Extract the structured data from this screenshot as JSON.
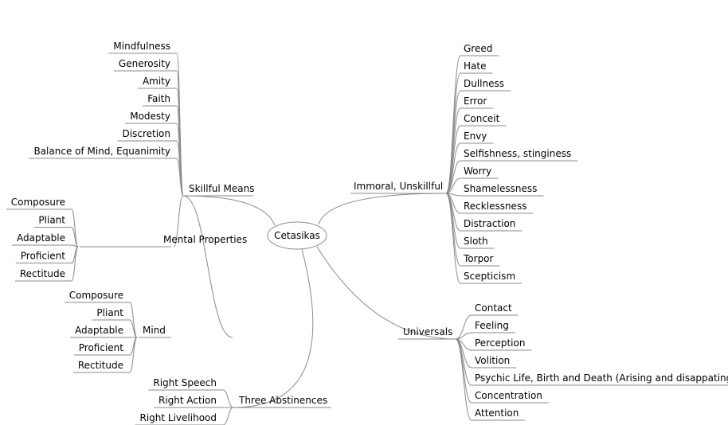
{
  "center": "Cetasikas",
  "skillful_means": {
    "label": "Skillful Means",
    "items": [
      "Mindfulness",
      "Generosity",
      "Amity",
      "Faith",
      "Modesty",
      "Discretion",
      "Balance of Mind, Equanimity"
    ]
  },
  "mental_properties": {
    "label": "Mental Properties",
    "items": [
      "Composure",
      "Pliant",
      "Adaptable",
      "Proficient",
      "Rectitude"
    ]
  },
  "mind": {
    "label": "Mind",
    "items": [
      "Composure",
      "Pliant",
      "Adaptable",
      "Proficient",
      "Rectitude"
    ]
  },
  "three_abstinences": {
    "label": "Three Abstinences",
    "items": [
      "Right Speech",
      "Right Action",
      "Right Livelihood"
    ]
  },
  "immoral": {
    "label": "Immoral, Unskillful",
    "items": [
      "Greed",
      "Hate",
      "Dullness",
      "Error",
      "Conceit",
      "Envy",
      "Selfishness, stinginess",
      "Worry",
      "Shamelessness",
      "Recklessness",
      "Distraction",
      "Sloth",
      "Torpor",
      "Scepticism"
    ]
  },
  "universals": {
    "label": "Universals",
    "items": [
      "Contact",
      "Feeling",
      "Perception",
      "Volition",
      "Psychic Life, Birth and Death (Arising and disappating)",
      "Concentration",
      "Attention"
    ]
  }
}
